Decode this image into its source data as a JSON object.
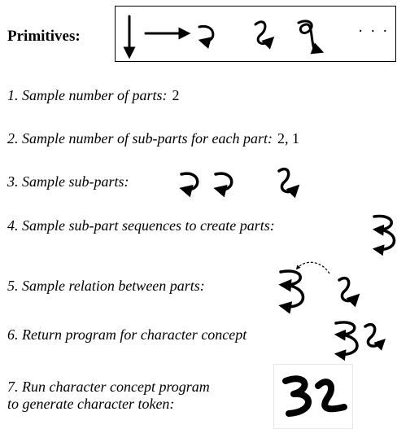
{
  "primitives_label": "Primitives:",
  "ellipsis": "· · ·",
  "steps": [
    {
      "text": "1. Sample number of parts:",
      "value": "2"
    },
    {
      "text": "2. Sample number of sub-parts for each part:",
      "value": "2, 1"
    },
    {
      "text": "3. Sample sub-parts:"
    },
    {
      "text": "4. Sample sub-part sequences to create parts:"
    },
    {
      "text": "5. Sample relation between parts:"
    },
    {
      "text": "6. Return program for character concept"
    },
    {
      "text_line1": "7. Run character concept program",
      "text_line2": "to generate character token:"
    }
  ]
}
